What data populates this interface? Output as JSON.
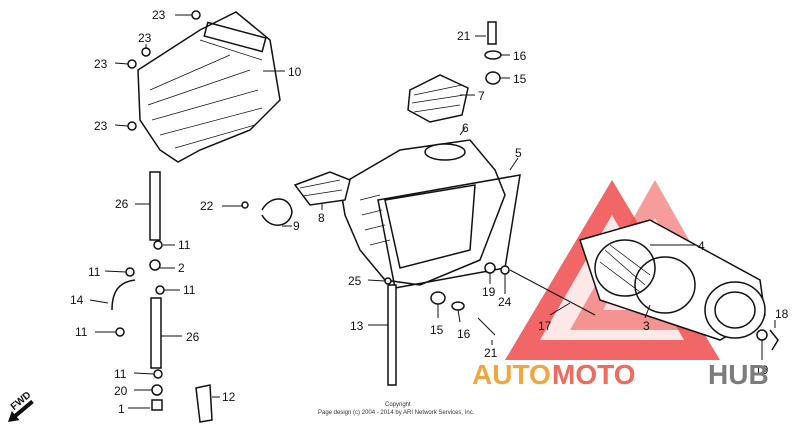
{
  "copyright": {
    "line1": "Copyright",
    "line2": "Page design (c) 2004 - 2014 by ARI Network Services, Inc."
  },
  "logo": {
    "part1": "AUTO",
    "part2": "MOTO",
    "part3": "HUB",
    "color_auto": "#f3a640",
    "color_moto": "#ef6b5e",
    "color_hub": "#7d7d7d",
    "color_triangle": "#ef4b4b"
  },
  "direction_marker": {
    "label": "FWD",
    "icon": "forward-arrow-icon"
  },
  "callouts": [
    {
      "id": "c23a",
      "label": "23"
    },
    {
      "id": "c23b",
      "label": "23"
    },
    {
      "id": "c23c",
      "label": "23"
    },
    {
      "id": "c23d",
      "label": "23"
    },
    {
      "id": "c10",
      "label": "10"
    },
    {
      "id": "c21a",
      "label": "21"
    },
    {
      "id": "c16a",
      "label": "16"
    },
    {
      "id": "c15a",
      "label": "15"
    },
    {
      "id": "c7",
      "label": "7"
    },
    {
      "id": "c6",
      "label": "6"
    },
    {
      "id": "c5",
      "label": "5"
    },
    {
      "id": "c26a",
      "label": "26"
    },
    {
      "id": "c22",
      "label": "22"
    },
    {
      "id": "c9",
      "label": "9"
    },
    {
      "id": "c8",
      "label": "8"
    },
    {
      "id": "c11a",
      "label": "11"
    },
    {
      "id": "c2",
      "label": "2"
    },
    {
      "id": "c11b",
      "label": "11"
    },
    {
      "id": "c11c",
      "label": "11"
    },
    {
      "id": "c14",
      "label": "14"
    },
    {
      "id": "c11d",
      "label": "11"
    },
    {
      "id": "c26b",
      "label": "26"
    },
    {
      "id": "c25",
      "label": "25"
    },
    {
      "id": "c19a",
      "label": "19"
    },
    {
      "id": "c24",
      "label": "24"
    },
    {
      "id": "c4",
      "label": "4"
    },
    {
      "id": "c13",
      "label": "13"
    },
    {
      "id": "c15b",
      "label": "15"
    },
    {
      "id": "c16b",
      "label": "16"
    },
    {
      "id": "c17",
      "label": "17"
    },
    {
      "id": "c3",
      "label": "3"
    },
    {
      "id": "c21b",
      "label": "21"
    },
    {
      "id": "c18",
      "label": "18"
    },
    {
      "id": "c19b",
      "label": "19"
    },
    {
      "id": "c11e",
      "label": "11"
    },
    {
      "id": "c20",
      "label": "20"
    },
    {
      "id": "c12",
      "label": "12"
    },
    {
      "id": "c1",
      "label": "1"
    }
  ]
}
